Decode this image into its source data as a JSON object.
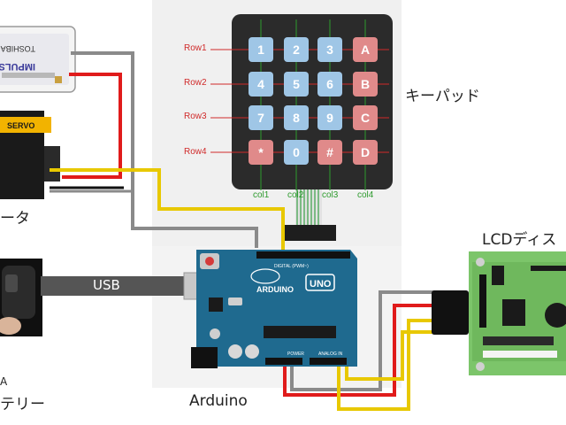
{
  "labels": {
    "keypad": "キーパッド",
    "servo_motor": "ータ",
    "battery": "テリー",
    "battery_line1": "A",
    "arduino": "Arduino",
    "lcd": "LCDディス",
    "usb": "USB"
  },
  "keypad": {
    "rows": [
      "Row1",
      "Row2",
      "Row3",
      "Row4"
    ],
    "cols": [
      "col1",
      "col2",
      "col3",
      "col4"
    ],
    "keys": [
      [
        "1",
        "2",
        "3",
        "A"
      ],
      [
        "4",
        "5",
        "6",
        "B"
      ],
      [
        "7",
        "8",
        "9",
        "C"
      ],
      [
        "*",
        "0",
        "#",
        "D"
      ]
    ]
  },
  "battery_brand": {
    "name1": "TOSHIBA",
    "name2": "IMPULSE"
  },
  "servo_brand": "SERVO",
  "arduino_board": {
    "logo": "ARDUINO",
    "model": "UNO",
    "digital_header": "DIGITAL (PWM~)",
    "power_header": "POWER",
    "analog_header": "ANALOG IN"
  },
  "colors": {
    "wire_red": "#e01b1b",
    "wire_yellow": "#e8c800",
    "wire_gray": "#8a8a8a",
    "wire_black": "#111111",
    "key_blue": "#9fc6e6",
    "key_red": "#e08a8a",
    "arduino_blue": "#1f6a8f",
    "lcd_green": "#7cc56a"
  }
}
